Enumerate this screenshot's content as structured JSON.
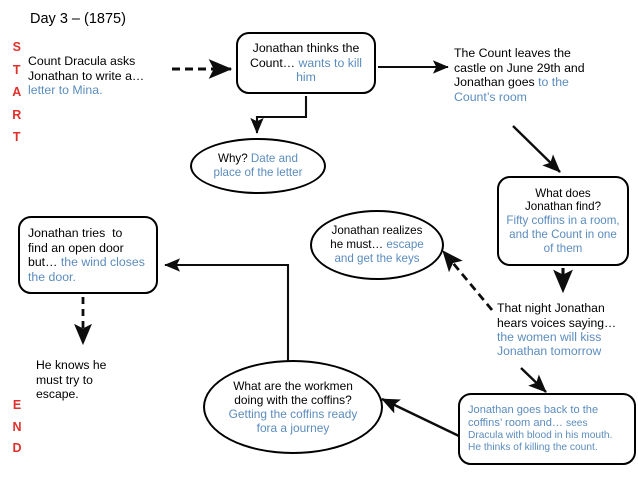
{
  "page": {
    "title": "Day 3 – (1875)",
    "accent_red": "#e0302c",
    "accent_blue": "#5b8cbe",
    "ink": "#000000",
    "background": "#ffffff"
  },
  "markers": {
    "start": {
      "label": "START",
      "letters": [
        "S",
        "T",
        "A",
        "R",
        "T"
      ]
    },
    "end": {
      "label": "END",
      "letters": [
        "E",
        "N",
        "D"
      ]
    }
  },
  "nodes": {
    "start_note": {
      "shape": "plain-text",
      "lines": [
        {
          "text": "Count Dracula asks",
          "color": "black"
        },
        {
          "text": "Jonathan to write a…",
          "color": "black"
        },
        {
          "text": "letter to Mina.",
          "color": "blue"
        }
      ]
    },
    "thinks": {
      "shape": "rounded-rect",
      "lines": [
        {
          "text": "Jonathan thinks the",
          "color": "black"
        },
        {
          "text": "Count… wants to kill",
          "color": "mixed"
        },
        {
          "text": "him",
          "color": "blue"
        }
      ],
      "black_part": "Count… ",
      "blue_part": "wants to kill"
    },
    "leaves": {
      "shape": "plain-text",
      "lines": [
        {
          "text": "The Count leaves the",
          "color": "black"
        },
        {
          "text": "castle on June 29th and",
          "color": "black"
        },
        {
          "text": "Jonathan goes to the",
          "color": "mixed"
        },
        {
          "text": "Count’s room",
          "color": "blue"
        }
      ],
      "black_part": "Jonathan goes ",
      "blue_part": "to the"
    },
    "why": {
      "shape": "ellipse",
      "lines": [
        {
          "text": "Why? Date and",
          "color": "mixed"
        },
        {
          "text": "place of the letter",
          "color": "blue"
        }
      ],
      "black_part": "Why? ",
      "blue_part": "Date and"
    },
    "find": {
      "shape": "rounded-rect",
      "lines": [
        {
          "text": "What does",
          "color": "black"
        },
        {
          "text": "Jonathan find?",
          "color": "black"
        },
        {
          "text": "Fifty coffins in a room,",
          "color": "blue"
        },
        {
          "text": "and the Count in one",
          "color": "blue"
        },
        {
          "text": "of them",
          "color": "blue"
        }
      ]
    },
    "realizes": {
      "shape": "ellipse",
      "lines": [
        {
          "text": "Jonathan realizes",
          "color": "black"
        },
        {
          "text": "he must… escape",
          "color": "mixed"
        },
        {
          "text": "and get the keys",
          "color": "blue"
        }
      ],
      "black_part": "he must… ",
      "blue_part": "escape"
    },
    "tries": {
      "shape": "rounded-rect",
      "lines": [
        {
          "text": "Jonathan tries  to",
          "color": "black"
        },
        {
          "text": "find an open door",
          "color": "black"
        },
        {
          "text": "but… the wind closes",
          "color": "mixed"
        },
        {
          "text": "the door.",
          "color": "blue"
        }
      ],
      "black_part": "but… ",
      "blue_part": "the wind closes"
    },
    "voices": {
      "shape": "plain-text",
      "lines": [
        {
          "text": "That night Jonathan",
          "color": "black"
        },
        {
          "text": "hears voices saying…",
          "color": "black"
        },
        {
          "text": "the women will kiss",
          "color": "blue"
        },
        {
          "text": "Jonathan tomorrow",
          "color": "blue"
        }
      ]
    },
    "knows": {
      "shape": "plain-text",
      "lines": [
        {
          "text": "He knows he",
          "color": "black"
        },
        {
          "text": "must try to",
          "color": "black"
        },
        {
          "text": "escape.",
          "color": "black"
        }
      ]
    },
    "workmen": {
      "shape": "ellipse",
      "lines": [
        {
          "text": "What are the workmen",
          "color": "black"
        },
        {
          "text": "doing with the coffins?",
          "color": "black"
        },
        {
          "text": "Getting the coffins ready",
          "color": "blue"
        },
        {
          "text": "fora a journey",
          "color": "blue"
        }
      ]
    },
    "back": {
      "shape": "rounded-rect",
      "lines": [
        {
          "text": "Jonathan goes back to the",
          "color": "blue"
        },
        {
          "text": "coffins’ room and… sees",
          "color": "blue"
        },
        {
          "text": "Dracula with blood in his mouth.",
          "color": "blue"
        },
        {
          "text": "He thinks of killing the count.",
          "color": "blue"
        }
      ],
      "large_part": "coffins’ room and… ",
      "small_part": "sees"
    }
  },
  "connectors": [
    {
      "name": "start-to-thinks",
      "style": "dashed",
      "from": "start_note",
      "to": "thinks"
    },
    {
      "name": "thinks-to-leaves",
      "style": "solid",
      "from": "thinks",
      "to": "leaves"
    },
    {
      "name": "thinks-to-why",
      "style": "solid-elbow",
      "from": "thinks",
      "to": "why"
    },
    {
      "name": "leaves-to-find",
      "style": "solid-diagonal",
      "from": "leaves",
      "to": "find"
    },
    {
      "name": "find-to-voices",
      "style": "dashed",
      "from": "find",
      "to": "voices"
    },
    {
      "name": "voices-to-realizes",
      "style": "dashed-diagonal",
      "from": "voices",
      "to": "realizes"
    },
    {
      "name": "voices-to-back",
      "style": "solid-diagonal",
      "from": "voices",
      "to": "back"
    },
    {
      "name": "back-to-workmen",
      "style": "solid-diagonal",
      "from": "back",
      "to": "workmen"
    },
    {
      "name": "workmen-to-tries",
      "style": "solid-elbow",
      "from": "workmen",
      "to": "tries"
    },
    {
      "name": "tries-to-knows",
      "style": "dashed",
      "from": "tries",
      "to": "knows"
    }
  ]
}
